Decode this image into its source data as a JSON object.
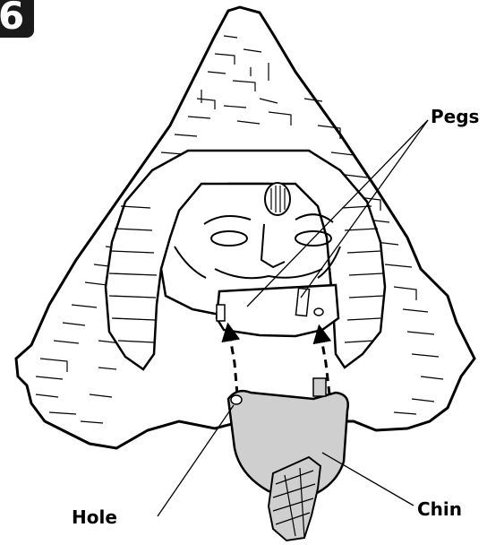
{
  "step": {
    "number": "6"
  },
  "callouts": {
    "pegs": "Pegs",
    "hole": "Hole",
    "chin": "Chin"
  },
  "colors": {
    "line": "#000000",
    "chin_fill": "#cfcfcf",
    "badge": "#1a1a1a",
    "background": "#ffffff"
  },
  "icons": [
    "pyramid",
    "sphinx-head",
    "chin-piece",
    "insertion-arrow",
    "peg",
    "hole"
  ]
}
